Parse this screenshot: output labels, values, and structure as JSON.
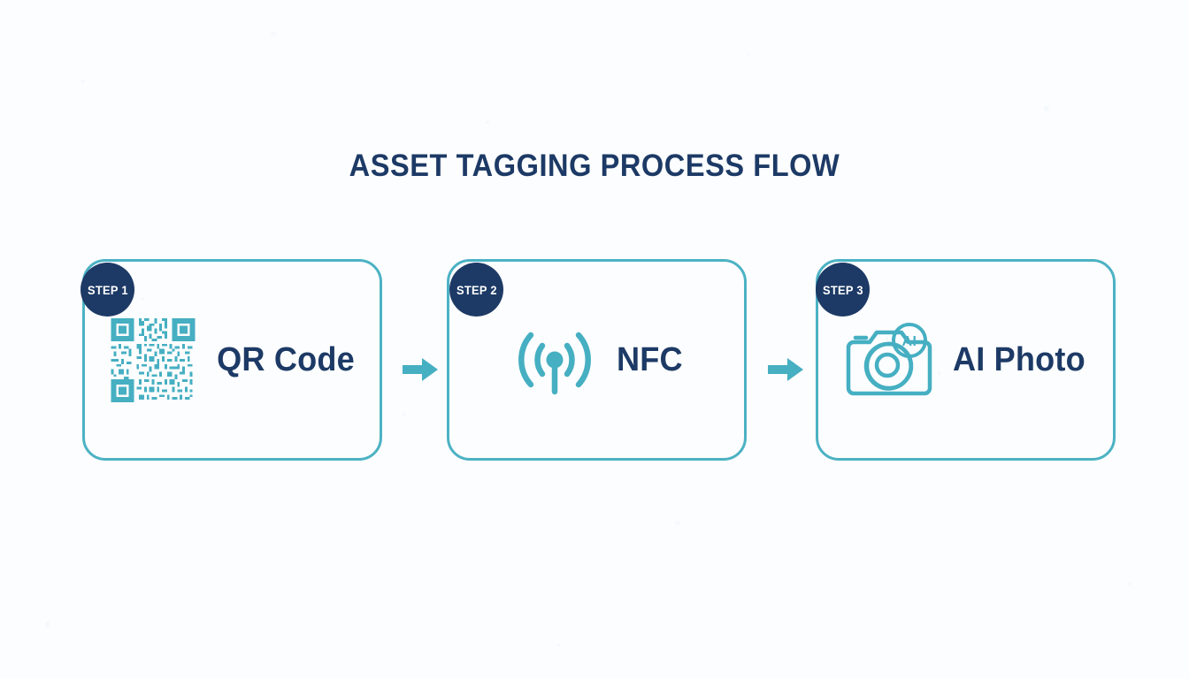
{
  "page": {
    "title": "ASSET TAGGING PROCESS FLOW",
    "background_color": "#fcfdfe"
  },
  "theme": {
    "navy": "#1d3a66",
    "teal": "#4cb2c4",
    "teal_icon": "#46afc2",
    "badge_text": "#ffffff"
  },
  "flow": {
    "steps": [
      {
        "badge": "STEP 1",
        "label": "QR Code",
        "icon": "qr-code-icon"
      },
      {
        "badge": "STEP 2",
        "label": "NFC",
        "icon": "nfc-broadcast-icon"
      },
      {
        "badge": "STEP 3",
        "label": "AI Photo",
        "icon": "ai-camera-icon"
      }
    ],
    "connectors": [
      {
        "icon": "arrow-right-icon"
      },
      {
        "icon": "arrow-right-icon"
      }
    ]
  }
}
